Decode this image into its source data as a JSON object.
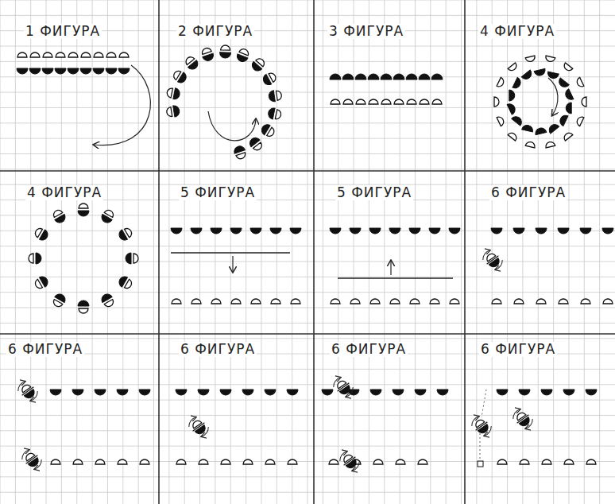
{
  "diagram": {
    "labels": [
      "1 ФИГУРА",
      "2 ФИГУРА",
      "3 ФИГУРА",
      "4 ФИГУРА",
      "4 ФИГУРА",
      "5 ФИГУРА",
      "5 ФИГУРА",
      "6 ФИГУРА",
      "6 ФИГУРА",
      "6 ФИГУРА",
      "6 ФИГУРА",
      "6 ФИГУРА"
    ]
  }
}
